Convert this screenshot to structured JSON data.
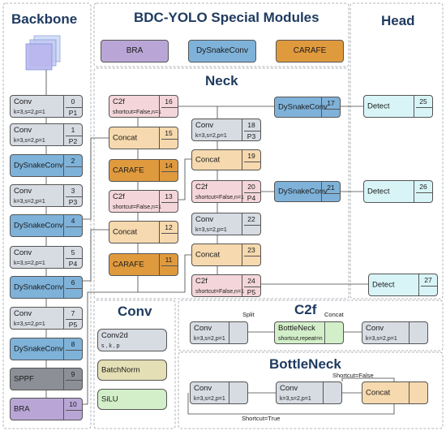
{
  "titles": {
    "backbone": "Backbone",
    "special": "BDC-YOLO Special Modules",
    "head": "Head",
    "neck": "Neck",
    "conv": "Conv",
    "c2f": "C2f",
    "bottleneck": "BottleNeck"
  },
  "legend": {
    "bra": "BRA",
    "dysnake": "DySnakeConv",
    "carafe": "CARAFE"
  },
  "colors": {
    "conv": "#d7dce3",
    "dysnake": "#7fb2d9",
    "concat": "#f6d9ae",
    "carafe": "#e09a3e",
    "c2f": "#f4d6da",
    "detect": "#d8f4f7",
    "bra": "#b9a6d6",
    "batchnorm": "#e4dfb5",
    "silu": "#d3efc9"
  },
  "backbone": {
    "b0": {
      "name": "Conv",
      "num": "0",
      "sub": "k=3,s=2,p=1",
      "extra": "P1"
    },
    "b1": {
      "name": "Conv",
      "num": "1",
      "sub": "k=3,s=2,p=1",
      "extra": "P2"
    },
    "b2": {
      "name": "DySnakeConv",
      "num": "2"
    },
    "b3": {
      "name": "Conv",
      "num": "3",
      "sub": "k=3,s=2,p=1",
      "extra": "P3"
    },
    "b4": {
      "name": "DySnakeConv",
      "num": "4"
    },
    "b5": {
      "name": "Conv",
      "num": "5",
      "sub": "k=3,s=2,p=1",
      "extra": "P4"
    },
    "b6": {
      "name": "DySnakeConv",
      "num": "6"
    },
    "b7": {
      "name": "Conv",
      "num": "7",
      "sub": "k=3,s=2,p=1",
      "extra": "P5"
    },
    "b8": {
      "name": "DySnakeConv",
      "num": "8"
    },
    "b9": {
      "name": "SPPF",
      "num": "9"
    },
    "b10": {
      "name": "BRA",
      "num": "10"
    }
  },
  "neck": {
    "n11": {
      "name": "CARAFE",
      "num": "11"
    },
    "n12": {
      "name": "Concat",
      "num": "12"
    },
    "n13": {
      "name": "C2f",
      "num": "13",
      "sub": "shortcut=False,n=1"
    },
    "n14": {
      "name": "CARAFE",
      "num": "14"
    },
    "n15": {
      "name": "Concat",
      "num": "15"
    },
    "n16": {
      "name": "C2f",
      "num": "16",
      "sub": "shortcut=False,n=1"
    },
    "n17": {
      "name": "DySnakeConv",
      "num": "17"
    },
    "n18": {
      "name": "Conv",
      "num": "18",
      "sub": "k=3,s=2,p=1",
      "extra": "P3"
    },
    "n19": {
      "name": "Concat",
      "num": "19"
    },
    "n20": {
      "name": "C2f",
      "num": "20",
      "sub": "shortcut=False,n=1",
      "extra": "P4"
    },
    "n21": {
      "name": "DySnakeConv",
      "num": "21"
    },
    "n22": {
      "name": "Conv",
      "num": "22",
      "sub": "k=3,s=2,p=1"
    },
    "n23": {
      "name": "Concat",
      "num": "23"
    },
    "n24": {
      "name": "C2f",
      "num": "24",
      "sub": "shortcut=False,n=1",
      "extra": "P5"
    }
  },
  "head": {
    "h25": {
      "name": "Detect",
      "num": "25"
    },
    "h26": {
      "name": "Detect",
      "num": "26"
    },
    "h27": {
      "name": "Detect",
      "num": "27"
    }
  },
  "conv_detail": {
    "conv2d": "Conv2d",
    "conv2d_sub": "s , k , p",
    "batchnorm": "BatchNorm",
    "silu": "SiLU"
  },
  "c2f_detail": {
    "split": "Split",
    "concat": "Concat",
    "conv_a": "Conv",
    "conv_a_sub": "k=3,s=2,p=1",
    "bottleneck": "BottleNeck",
    "bottleneck_sub": "shortcut,repeat=n",
    "conv_b": "Conv",
    "conv_b_sub": "k=3,s=2,p=1"
  },
  "bottleneck_detail": {
    "conv_a": "Conv",
    "conv_a_sub": "k=3,s=2,p=1",
    "conv_b": "Conv",
    "conv_b_sub": "k=3,s=2,p=1",
    "concat": "Concat",
    "shortcut_false": "Shortcut=False",
    "shortcut_true": "Shortcut=True"
  }
}
